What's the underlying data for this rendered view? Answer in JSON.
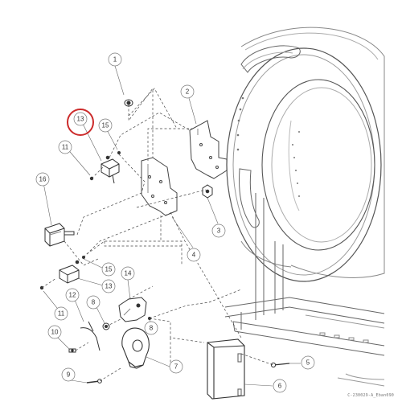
{
  "callouts": {
    "c1": "1",
    "c2": "2",
    "c3": "3",
    "c4": "4",
    "c5": "5",
    "c6": "6",
    "c7": "7",
    "c8a": "8",
    "c8b": "8",
    "c9": "9",
    "c10": "10",
    "c11a": "11",
    "c11b": "11",
    "c12": "12",
    "c13a": "13",
    "c13b": "13",
    "c14": "14",
    "c15a": "15",
    "c15b": "15",
    "c16": "16"
  },
  "highlight": {
    "callout": "13",
    "color": "#cc2b2b"
  },
  "footer_code": "C-230029-A_Eban090"
}
